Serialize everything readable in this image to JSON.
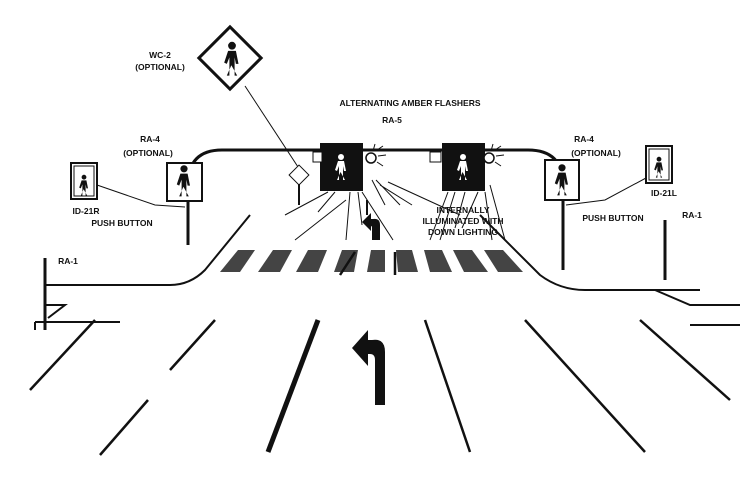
{
  "diagram": {
    "labels": {
      "wc2": "WC-2",
      "wc2_optional": "(OPTIONAL)",
      "flashers": "ALTERNATING AMBER FLASHERS",
      "ra5": "RA-5",
      "ra4_left": "RA-4",
      "ra4_left_optional": "(OPTIONAL)",
      "ra4_right": "RA-4",
      "ra4_right_optional": "(OPTIONAL)",
      "id21r": "ID-21R",
      "id21l": "ID-21L",
      "push_button_left": "PUSH BUTTON",
      "push_button_right": "PUSH BUTTON",
      "internally_1": "INTERNALLY",
      "internally_2": "ILLUMINATED WITH",
      "internally_3": "DOWN LIGHTING",
      "ra1_left": "RA-1",
      "ra1_right": "RA-1"
    }
  }
}
